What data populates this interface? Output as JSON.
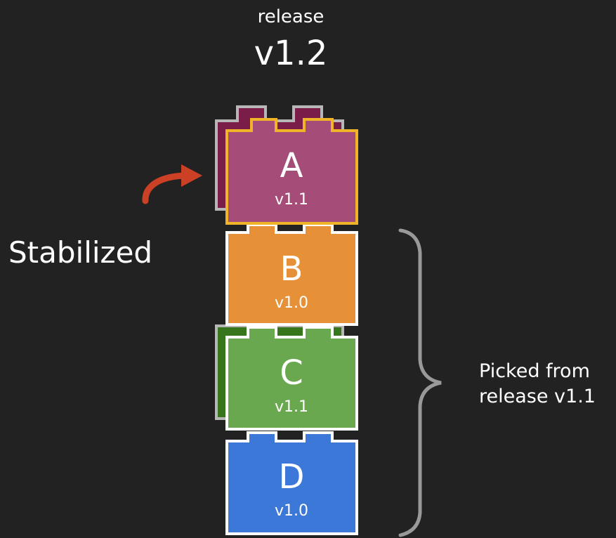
{
  "header": {
    "label": "release",
    "version": "v1.2"
  },
  "side_label": "Stabilized",
  "brace_label": {
    "line1": "Picked from",
    "line2": "release v1.1"
  },
  "blocks": [
    {
      "letter": "A",
      "version": "v1.1",
      "fill": "#a64c78",
      "shadow": "#7a1d49",
      "border": "#f0b429"
    },
    {
      "letter": "B",
      "version": "v1.0",
      "fill": "#e69138",
      "border": "#ffffff"
    },
    {
      "letter": "C",
      "version": "v1.1",
      "fill": "#6aa84f",
      "shadow": "#38761d",
      "border": "#ffffff"
    },
    {
      "letter": "D",
      "version": "v1.0",
      "fill": "#3c78d8",
      "border": "#ffffff"
    }
  ],
  "colors": {
    "background": "#222222",
    "arrow": "#cc4125",
    "shadow_border": "#b7b7b7",
    "brace": "#999999"
  },
  "icons": {
    "arrow": "curved-arrow-icon",
    "brace": "right-curly-brace"
  }
}
